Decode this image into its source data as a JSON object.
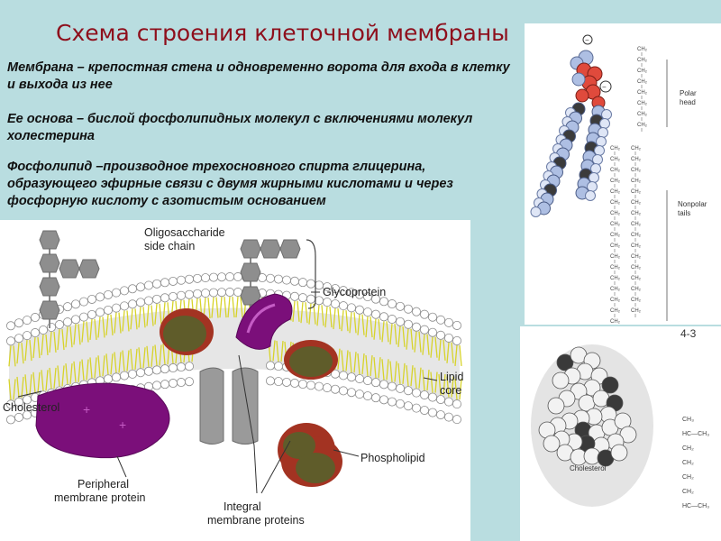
{
  "slide": {
    "title": "Схема строения клеточной мембраны",
    "paragraphs": [
      "Мембрана – крепостная стена и одновременно ворота для входа  в клетку и выхода из  нее",
      "Ее основа – бислой фосфолипидных молекул с включениями молекул холестерина",
      "Фосфолипид –производное трехосновного спирта глицерина, образующего эфирные связи с двумя жирными кислотами и через фосфорную кислоту с азотистым основанием"
    ]
  },
  "membrane_diagram": {
    "labels": {
      "oligosaccharide_line1": "Oligosaccharide",
      "oligosaccharide_line2": "side chain",
      "glycoprotein": "Glycoprotein",
      "lipid_line1": "Lipid",
      "lipid_line2": "core",
      "cholesterol": "Cholesterol",
      "phospholipid": "Phospholipid",
      "peripheral_line1": "Peripheral",
      "peripheral_line2": "membrane protein",
      "integral_line1": "Integral",
      "integral_line2": "membrane proteins"
    }
  },
  "phospholipid_diagram": {
    "labels": {
      "polar_line1": "Polar",
      "polar_line2": "head",
      "nonpolar_line1": "Nonpolar",
      "nonpolar_line2": "tails",
      "figure_number": "4-3"
    }
  },
  "cholesterol_diagram": {
    "labels": {
      "caption": "Cholesterol"
    }
  },
  "colors": {
    "background": "#b9dde0",
    "title": "#8e0f1c",
    "protein_purple": "#7b0f7a",
    "protein_olive": "#5f5c2a",
    "protein_rim": "#a33322",
    "lipid_tails": "#d7d32a",
    "head_groups": "#ffffff"
  }
}
